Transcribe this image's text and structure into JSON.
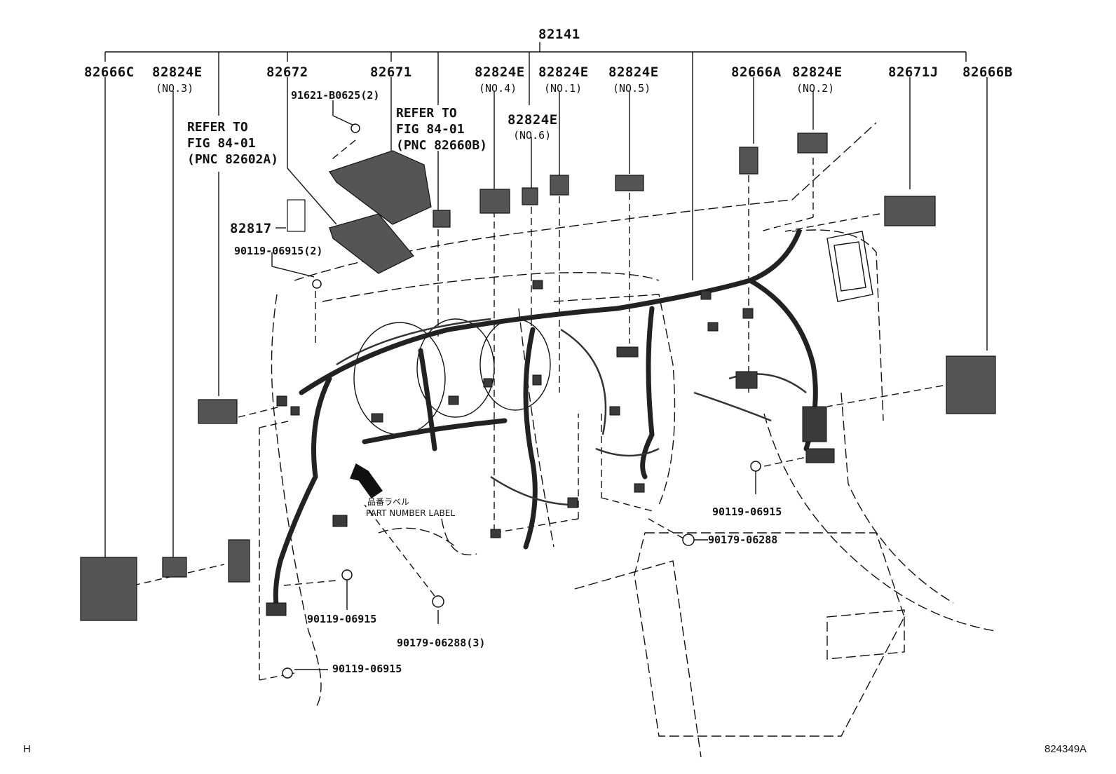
{
  "labels": {
    "main_harness": "82141",
    "p82666C": "82666C",
    "p82824E_no3": "82824E",
    "no3": "(NO.3)",
    "p82672": "82672",
    "p82671": "82671",
    "p82824E_no4": "82824E",
    "no4": "(NO.4)",
    "p82824E_no1": "82824E",
    "no1": "(NO.1)",
    "p82824E_no5": "82824E",
    "no5": "(NO.5)",
    "p82824E_no6": "82824E",
    "no6": "(NO.6)",
    "p82666A": "82666A",
    "p82824E_no2": "82824E",
    "no2": "(NO.2)",
    "p82671J": "82671J",
    "p82666B": "82666B",
    "p82817": "82817",
    "screw_91621": "91621-B0625(2)",
    "bolt_90119_2": "90119-06915(2)",
    "bolt_90119_right": "90119-06915",
    "clip_90179_right": "90179-06288",
    "bolt_90119_mid": "90119-06915",
    "clip_90179_3": "90179-06288(3)",
    "bolt_90119_bottom": "90119-06915",
    "label_jp": "品番ラベル",
    "label_en": "PART NUMBER LABEL",
    "refer_left": "REFER TO\nFIG 84-01\n(PNC 82602A)",
    "refer_mid": "REFER TO\nFIG 84-01\n(PNC 82660B)"
  },
  "footer": {
    "left_code": "H",
    "figure_id": "824349A"
  }
}
